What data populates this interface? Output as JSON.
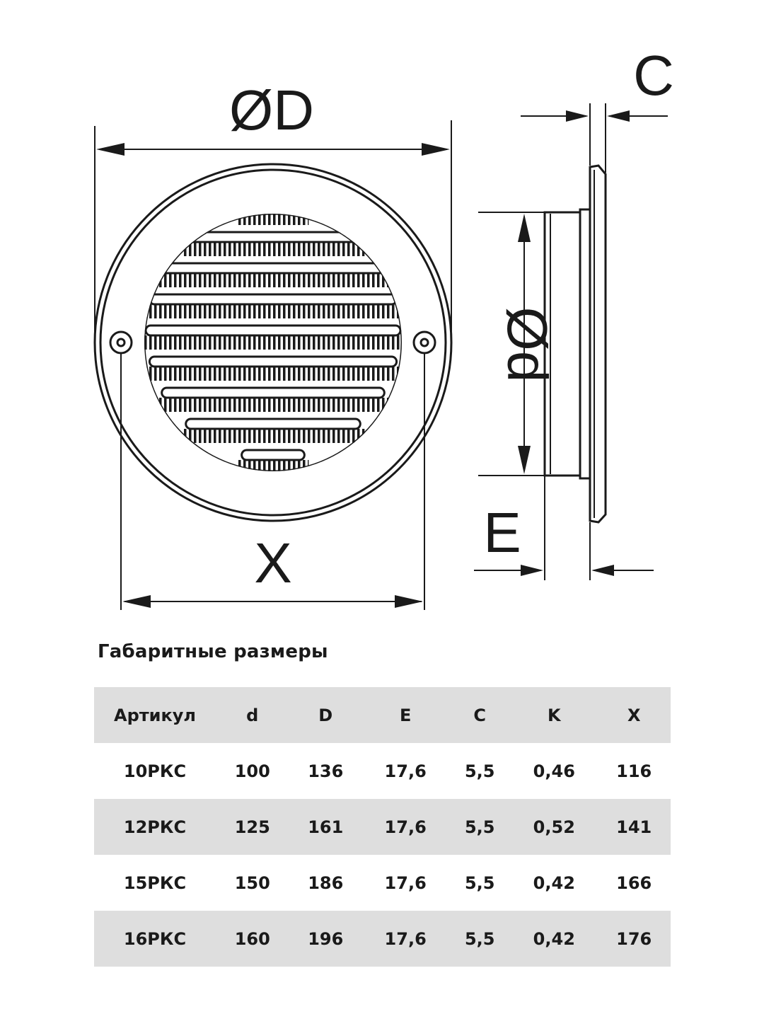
{
  "drawing": {
    "labels": {
      "outer_diameter": "ØD",
      "mount_spacing": "X",
      "inner_diameter": "Ød",
      "depth": "E",
      "flange": "C"
    }
  },
  "table": {
    "title": "Габаритные размеры",
    "headers": [
      "Артикул",
      "d",
      "D",
      "E",
      "C",
      "K",
      "X"
    ],
    "rows": [
      [
        "10РКС",
        "100",
        "136",
        "17,6",
        "5,5",
        "0,46",
        "116"
      ],
      [
        "12РКС",
        "125",
        "161",
        "17,6",
        "5,5",
        "0,52",
        "141"
      ],
      [
        "15РКС",
        "150",
        "186",
        "17,6",
        "5,5",
        "0,42",
        "166"
      ],
      [
        "16РКС",
        "160",
        "196",
        "17,6",
        "5,5",
        "0,42",
        "176"
      ]
    ]
  }
}
